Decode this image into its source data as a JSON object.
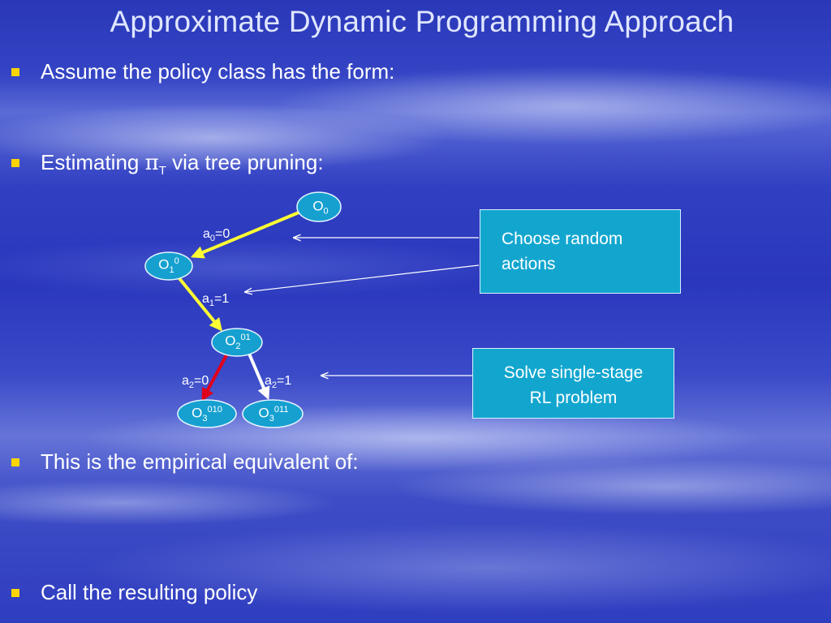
{
  "title": "Approximate Dynamic Programming Approach",
  "bullets": [
    {
      "text": "Assume the policy class has the form:"
    },
    {
      "prefix": "Estimating ",
      "pi": "π",
      "sub": "T",
      "suffix": " via tree pruning:"
    },
    {
      "text": "This is the empirical equivalent of:"
    },
    {
      "text": "Call the resulting policy"
    }
  ],
  "diagram": {
    "nodes": [
      {
        "base": "O",
        "sub": "0",
        "sup": ""
      },
      {
        "base": "O",
        "sub": "1",
        "sup": "0"
      },
      {
        "base": "O",
        "sub": "2",
        "sup": "01"
      },
      {
        "base": "O",
        "sub": "3",
        "sup": "010"
      },
      {
        "base": "O",
        "sub": "3",
        "sup": "011"
      }
    ],
    "edges": [
      {
        "var": "a",
        "sub": "0",
        "value": "=0",
        "color": "#ffff33"
      },
      {
        "var": "a",
        "sub": "1",
        "value": "=1",
        "color": "#ffff33"
      },
      {
        "var": "a",
        "sub": "2",
        "value": "=0",
        "color": "#e0001a"
      },
      {
        "var": "a",
        "sub": "2",
        "value": "=1",
        "color": "#ffffff"
      }
    ],
    "callouts": [
      {
        "lines": [
          "Choose random",
          "actions"
        ]
      },
      {
        "lines": [
          "Solve single-stage",
          "RL problem"
        ]
      }
    ],
    "node_fill": "#15a0d0",
    "node_stroke": "#e8f6ff"
  }
}
